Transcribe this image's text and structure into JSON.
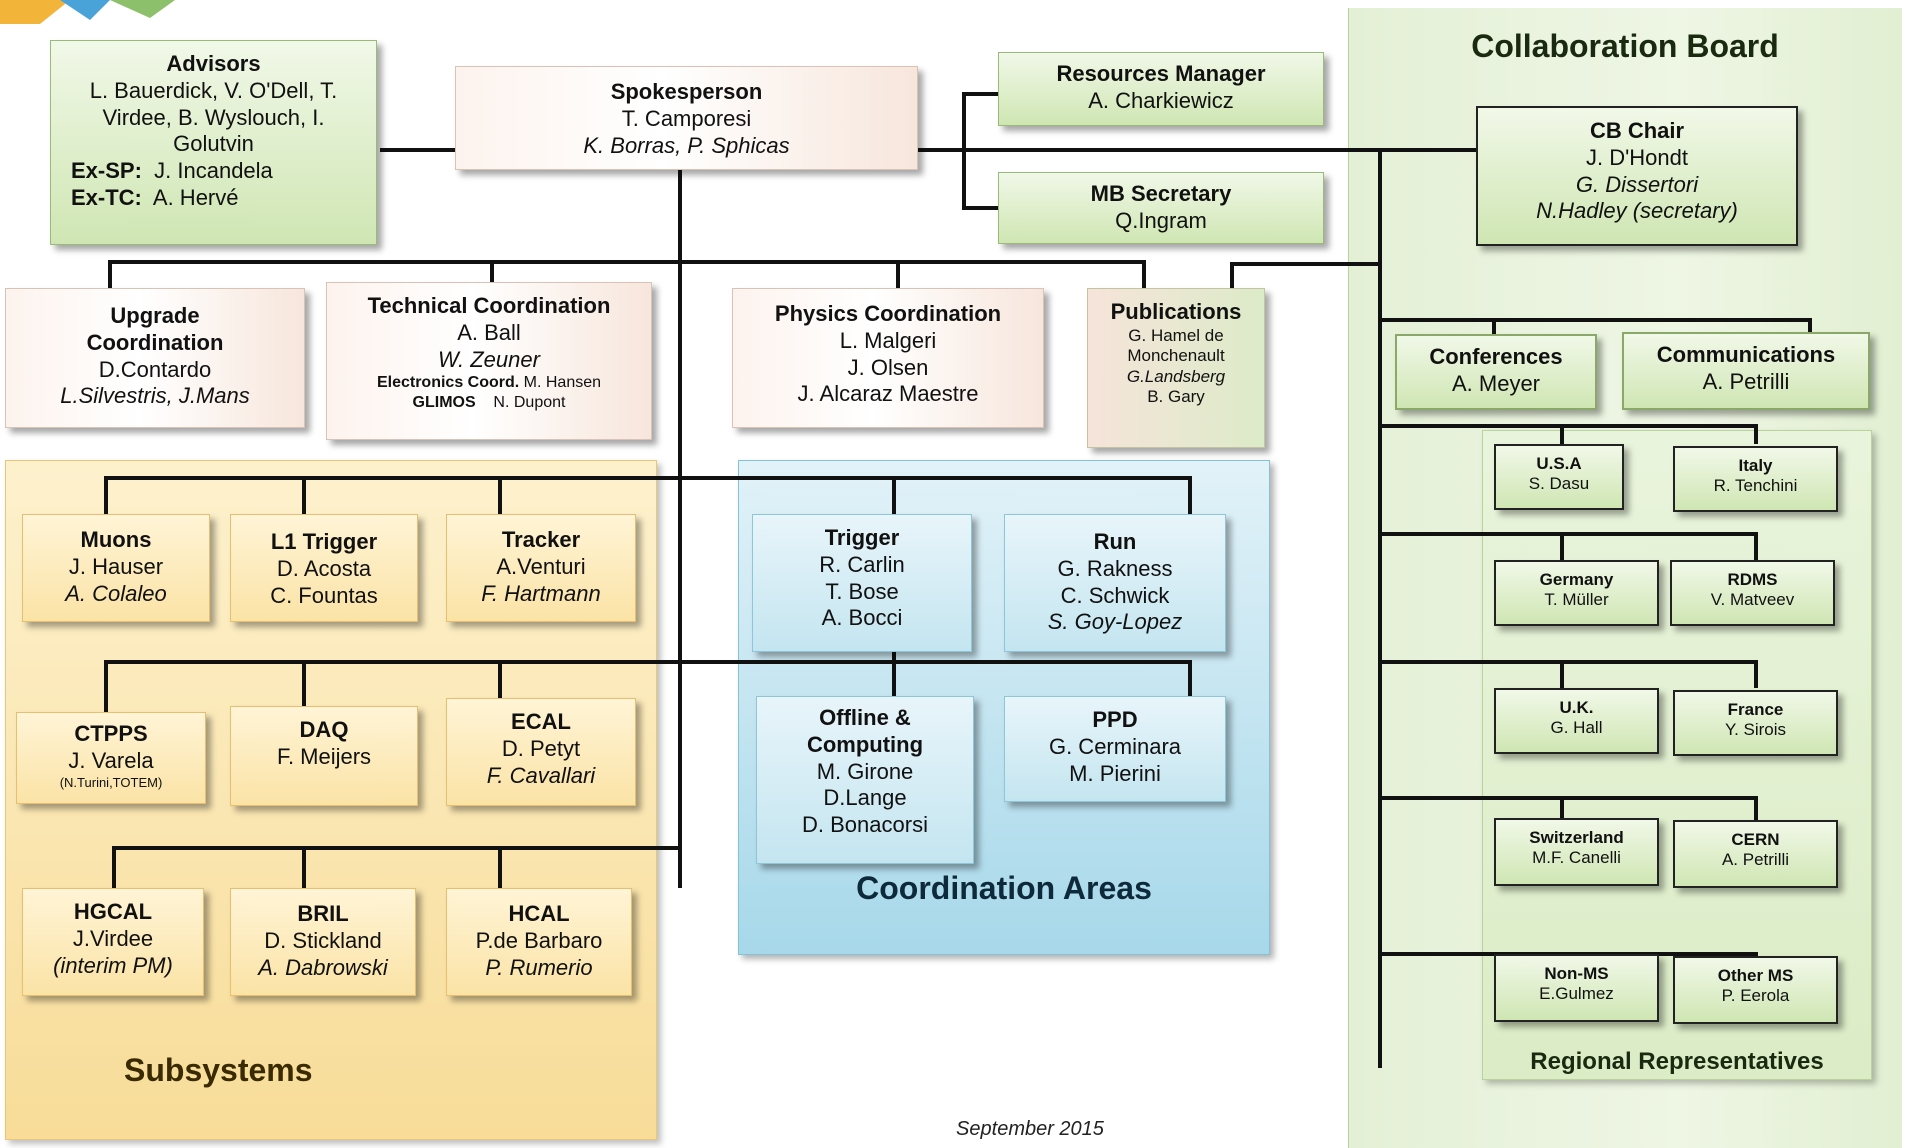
{
  "advisors": {
    "title": "Advisors",
    "lines": [
      "L. Bauerdick, V. O'Dell, T.",
      "Virdee, B. Wyslouch, I.",
      "Golutvin"
    ],
    "exsp_label": "Ex-SP:",
    "exsp": "J. Incandela",
    "extc_label": "Ex-TC:",
    "extc": "A. Hervé"
  },
  "spokesperson": {
    "title": "Spokesperson",
    "name": "T. Camporesi",
    "deputies": "K. Borras, P. Sphicas"
  },
  "resources": {
    "title": "Resources Manager",
    "name": "A. Charkiewicz"
  },
  "mb_secretary": {
    "title": "MB Secretary",
    "name": "Q.Ingram"
  },
  "collaboration_board": {
    "title": "Collaboration Board"
  },
  "cb_chair": {
    "title": "CB Chair",
    "name": "J. D'Hondt",
    "deputy": "G. Dissertori",
    "secretary": "N.Hadley (secretary)"
  },
  "upgrade": {
    "title1": "Upgrade",
    "title2": "Coordination",
    "name": "D.Contardo",
    "deputies": "L.Silvestris, J.Mans"
  },
  "technical": {
    "title": "Technical Coordination",
    "name": "A. Ball",
    "deputy": "W. Zeuner",
    "elec_label": "Electronics Coord.",
    "elec": "M. Hansen",
    "glimos_label": "GLIMOS",
    "glimos": "N. Dupont"
  },
  "physics": {
    "title": "Physics Coordination",
    "names": [
      "L. Malgeri",
      "J. Olsen",
      "J. Alcaraz Maestre"
    ]
  },
  "publications": {
    "title": "Publications",
    "name1": "G. Hamel de",
    "name2": "Monchenault",
    "deputy": "G.Landsberg",
    "extra": "B. Gary"
  },
  "conferences": {
    "title": "Conferences",
    "name": "A. Meyer"
  },
  "communications": {
    "title": "Communications",
    "name": "A. Petrilli"
  },
  "subsystems": {
    "label": "Subsystems",
    "muons": {
      "title": "Muons",
      "a": "J. Hauser",
      "b": "A. Colaleo"
    },
    "l1": {
      "title": "L1 Trigger",
      "a": "D. Acosta",
      "b": "C. Fountas"
    },
    "tracker": {
      "title": "Tracker",
      "a": "A.Venturi",
      "b": "F. Hartmann"
    },
    "ctpps": {
      "title": "CTPPS",
      "a": "J. Varela",
      "b": "(N.Turini,TOTEM)"
    },
    "daq": {
      "title": "DAQ",
      "a": "F. Meijers"
    },
    "ecal": {
      "title": "ECAL",
      "a": "D. Petyt",
      "b": "F. Cavallari"
    },
    "hgcal": {
      "title": "HGCAL",
      "a": "J.Virdee",
      "b": "(interim PM)"
    },
    "bril": {
      "title": "BRIL",
      "a": "D. Stickland",
      "b": "A. Dabrowski"
    },
    "hcal": {
      "title": "HCAL",
      "a": "P.de Barbaro",
      "b": "P. Rumerio"
    }
  },
  "coordination": {
    "label": "Coordination Areas",
    "trigger": {
      "title": "Trigger",
      "names": [
        "R. Carlin",
        "T. Bose",
        "A. Bocci"
      ]
    },
    "run": {
      "title": "Run",
      "a": "G. Rakness",
      "b": "C. Schwick",
      "c": "S. Goy-Lopez"
    },
    "offline": {
      "title1": "Offline &",
      "title2": "Computing",
      "names": [
        "M. Girone",
        "D.Lange",
        "D. Bonacorsi"
      ]
    },
    "ppd": {
      "title": "PPD",
      "names": [
        "G. Cerminara",
        "M. Pierini"
      ]
    }
  },
  "regional": {
    "label": "Regional Representatives",
    "items": [
      {
        "title": "U.S.A",
        "name": "S. Dasu"
      },
      {
        "title": "Italy",
        "name": "R. Tenchini"
      },
      {
        "title": "Germany",
        "name": "T. Müller"
      },
      {
        "title": "RDMS",
        "name": "V. Matveev"
      },
      {
        "title": "U.K.",
        "name": "G. Hall"
      },
      {
        "title": "France",
        "name": "Y. Sirois"
      },
      {
        "title": "Switzerland",
        "name": "M.F. Canelli"
      },
      {
        "title": "CERN",
        "name": "A. Petrilli"
      },
      {
        "title": "Non-MS",
        "name": "E.Gulmez"
      },
      {
        "title": "Other MS",
        "name": "P. Eerola"
      }
    ]
  },
  "footer": {
    "date": "September 2015"
  }
}
